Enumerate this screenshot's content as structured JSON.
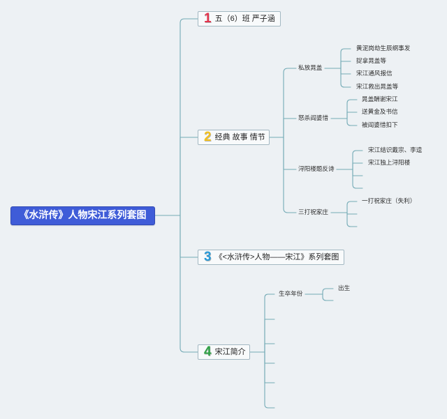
{
  "theme": {
    "background": "#edf1f4",
    "root_fill": "#3f5cd8",
    "connector": "#73aab5",
    "topic_border": "#a3b8c2"
  },
  "mindmap": {
    "root": {
      "label": "《水浒传》人物宋江系列套图"
    },
    "branches": [
      {
        "number": "1",
        "number_color": "#e3344d",
        "label": "五（6）班 严子涵"
      },
      {
        "number": "2",
        "number_color": "#f3c11f",
        "label": "经典 故事 情节",
        "children": [
          {
            "label": "私放晁盖",
            "children": [
              {
                "label": "黄泥岗劫生辰纲事发"
              },
              {
                "label": "捉拿晁盖等"
              },
              {
                "label": "宋江通风报信"
              },
              {
                "label": "宋江救出晁盖等"
              }
            ]
          },
          {
            "label": "怒杀阎婆惜",
            "children": [
              {
                "label": "晁盖酬谢宋江"
              },
              {
                "label": "送黄金及书信"
              },
              {
                "label": "被阎婆惜扣下"
              }
            ]
          },
          {
            "label": "浔阳楼题反诗",
            "children": [
              {
                "label": "宋江结识戴宗、李逵"
              },
              {
                "label": "宋江独上浔阳楼"
              },
              {
                "label": ""
              },
              {
                "label": ""
              }
            ]
          },
          {
            "label": "三打祝家庄",
            "children": [
              {
                "label": "一打祝家庄（失利）"
              },
              {
                "label": ""
              },
              {
                "label": ""
              }
            ]
          }
        ]
      },
      {
        "number": "3",
        "number_color": "#2b9bd9",
        "label": "《<水浒传>人物——宋江》系列套图"
      },
      {
        "number": "4",
        "number_color": "#2ea245",
        "label": "宋江简介",
        "children": [
          {
            "label": "生卒年份",
            "children": [
              {
                "label": "出生"
              },
              {
                "label": ""
              }
            ]
          },
          {
            "label": ""
          },
          {
            "label": ""
          },
          {
            "label": ""
          },
          {
            "label": ""
          },
          {
            "label": ""
          }
        ]
      }
    ]
  }
}
